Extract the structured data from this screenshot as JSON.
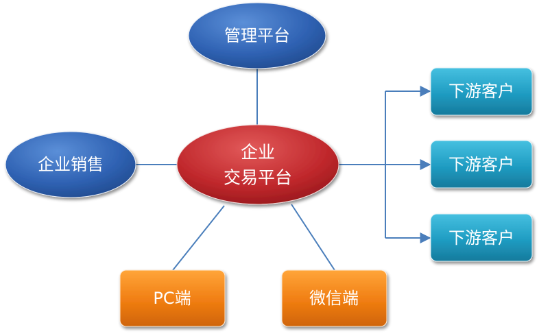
{
  "nodes": {
    "management": "管理平台",
    "center_line1": "企业",
    "center_line2": "交易平台",
    "sales": "企业销售",
    "customer_1": "下游客户",
    "customer_2": "下游客户",
    "customer_3": "下游客户",
    "pc": "PC端",
    "wechat": "微信端"
  },
  "colors": {
    "blue_ellipse": "#2f62b3",
    "red_ellipse": "#c0282c",
    "teal_box": "#1f9cc2",
    "orange_box": "#f07d12",
    "connector": "#4a7ebb"
  }
}
